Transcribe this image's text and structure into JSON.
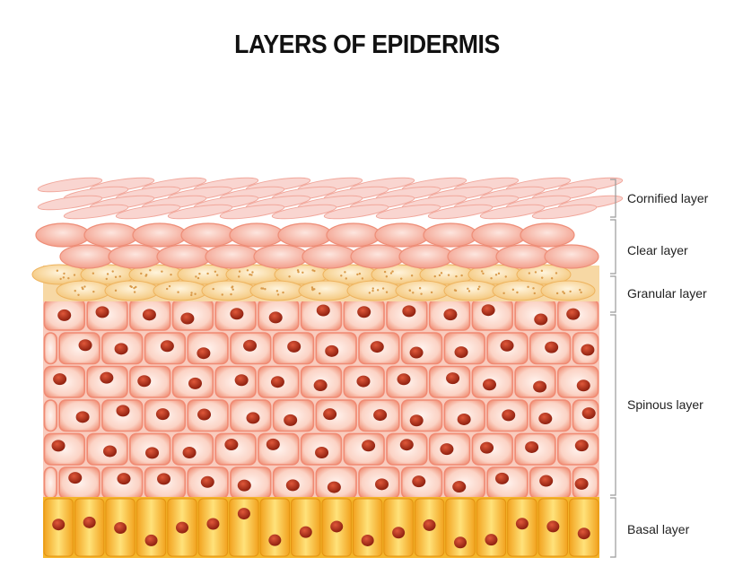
{
  "title": "LAYERS OF EPIDERMIS",
  "layers": [
    {
      "name": "Cornified layer"
    },
    {
      "name": "Clear layer"
    },
    {
      "name": "Granular layer"
    },
    {
      "name": "Spinous layer"
    },
    {
      "name": "Basal layer"
    }
  ],
  "colors": {
    "cornified": "#f9d5d0",
    "clear": "#f7b9ab",
    "granular": "#f7d8a4",
    "spinous": "#f9cbbd",
    "spinous_border": "#f08a73",
    "nucleus": "#b8311a",
    "basal": "#f5b52a",
    "basal_light": "#ffe27a"
  }
}
